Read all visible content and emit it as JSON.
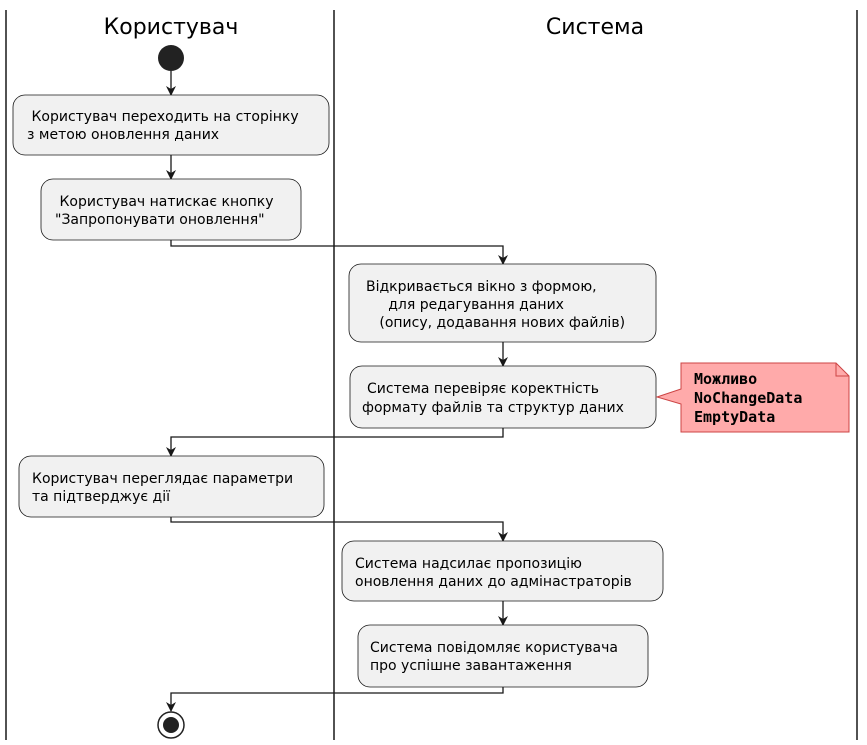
{
  "swimlanes": [
    {
      "title": "Користувач"
    },
    {
      "title": "Система"
    }
  ],
  "actions": [
    {
      "lines": [
        " Користувач переходить на сторінку",
        "з метою оновлення даних"
      ]
    },
    {
      "lines": [
        " Користувач натискає кнопку",
        "\"Запропонувати оновлення\""
      ]
    },
    {
      "lines": [
        "Відкривається вікно з формою,",
        "     для редагування даних",
        "   (опису, додавання нових файлів)"
      ]
    },
    {
      "lines": [
        "Система перевіряє коректність",
        "формату файлів та структур даних"
      ]
    },
    {
      "lines": [
        "Користувач переглядає параметри",
        "та підтверджує дії"
      ]
    },
    {
      "lines": [
        "Система надсилає пропозицію",
        "оновлення даних до адмінастраторів"
      ]
    },
    {
      "lines": [
        "Система повідомляє користувача",
        "про успішне завантаження"
      ]
    }
  ],
  "note": {
    "lines": [
      "Можливо",
      "NoChangeData",
      "EmptyData"
    ],
    "fill": "#FFAAAA",
    "stroke": "#CC4444"
  },
  "colors": {
    "action_fill": "#F1F1F1",
    "action_stroke": "#181818",
    "line": "#181818",
    "node_fill": "#222222"
  }
}
